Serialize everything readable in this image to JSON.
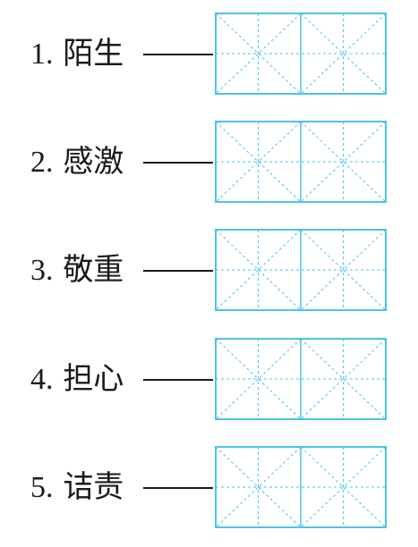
{
  "items": [
    {
      "num": "1.",
      "word": "陌生"
    },
    {
      "num": "2.",
      "word": "感激"
    },
    {
      "num": "3.",
      "word": "敬重"
    },
    {
      "num": "4.",
      "word": "担心"
    },
    {
      "num": "5.",
      "word": "诘责"
    }
  ],
  "colors": {
    "grid": "#4cc3ec",
    "text": "#1a1a1a"
  }
}
